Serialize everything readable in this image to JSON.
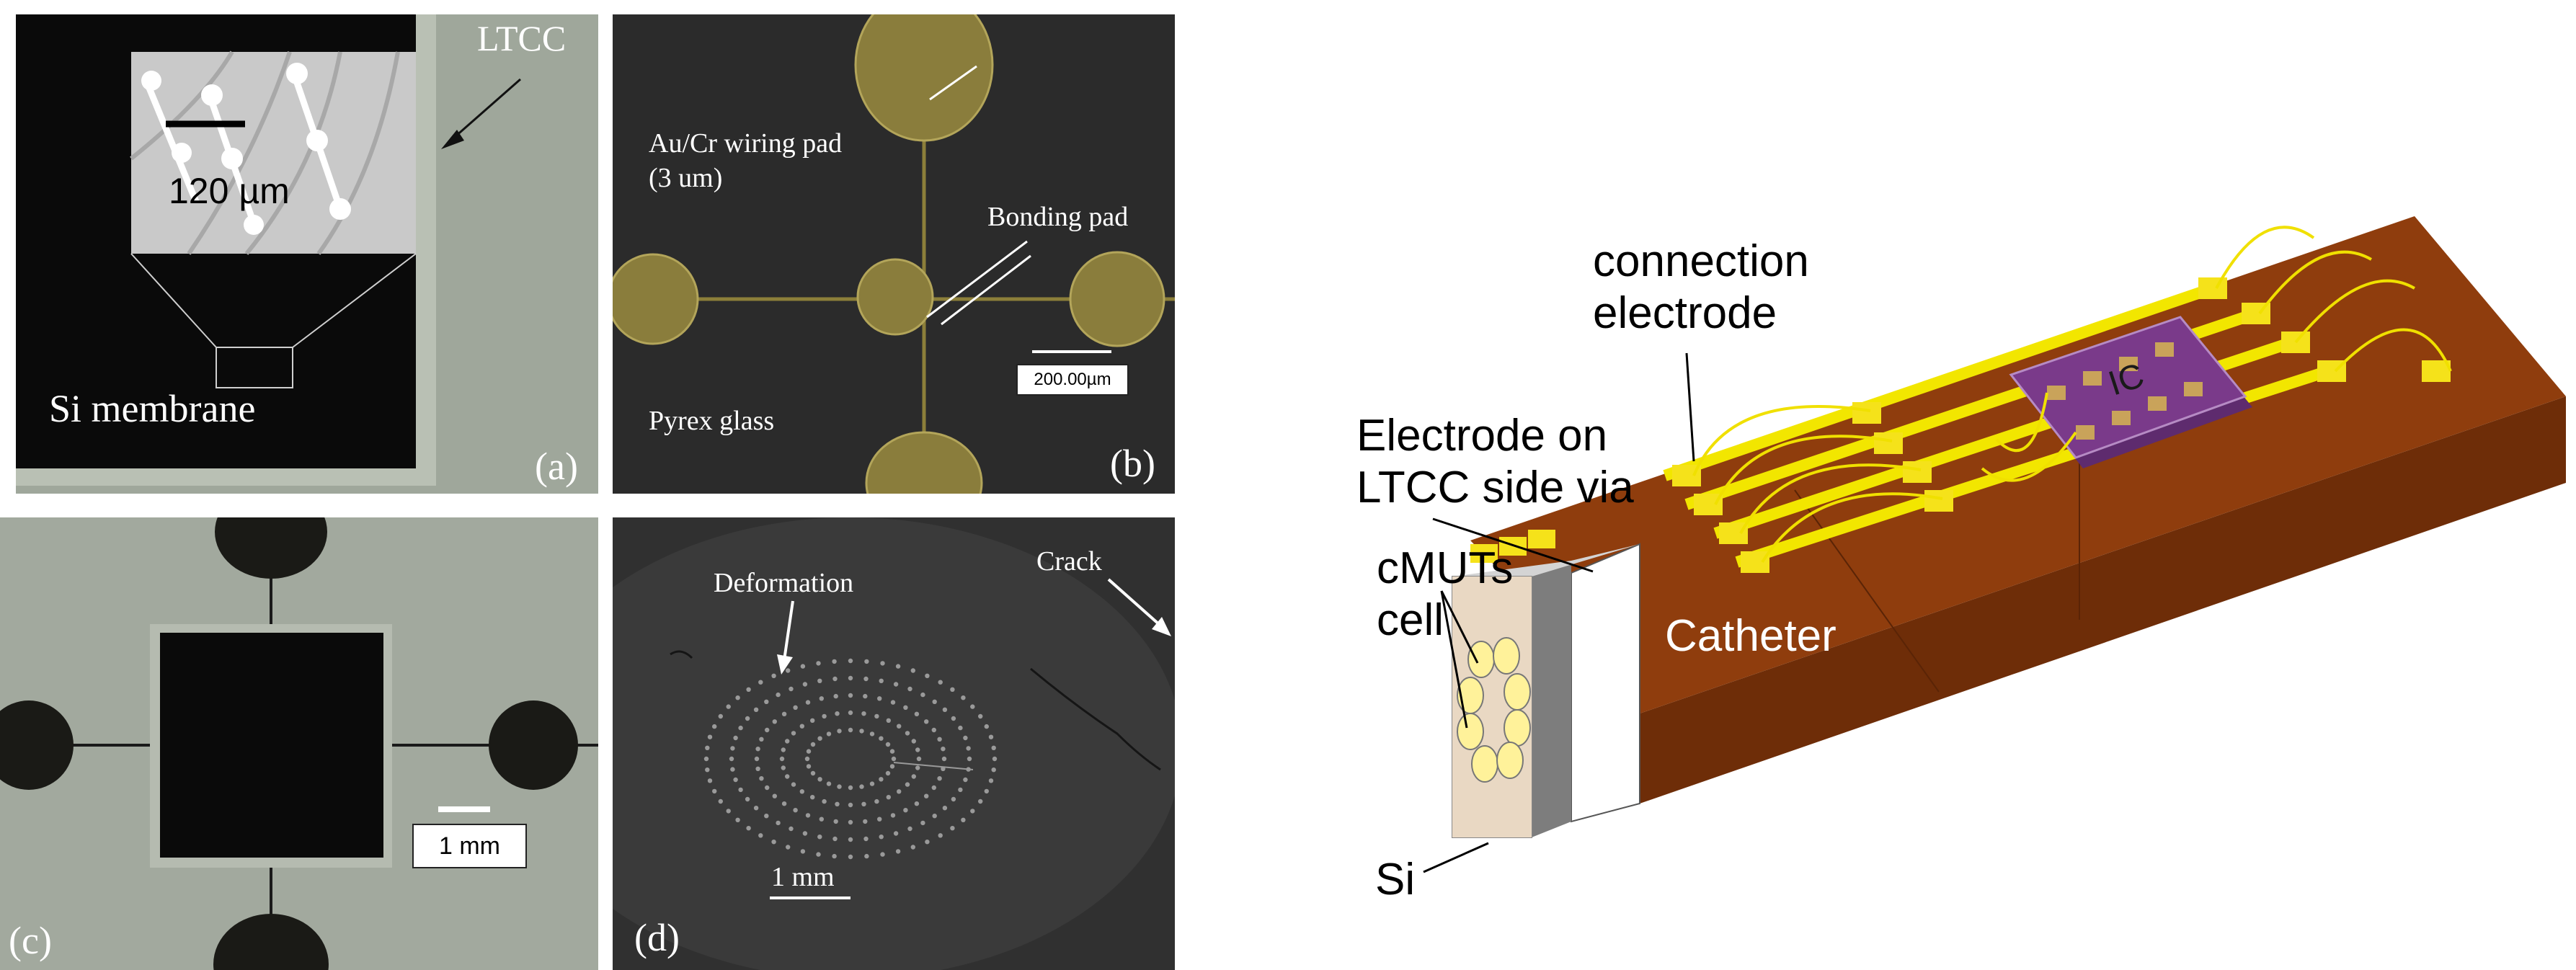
{
  "figure": {
    "panel_a": {
      "letter": "(a)",
      "ltcc_label": "LTCC",
      "scale_label": "120 µm",
      "membrane_label": "Si membrane"
    },
    "panel_b": {
      "letter": "(b)",
      "wiring_label_line1": "Au/Cr wiring pad",
      "wiring_label_line2": "(3 um)",
      "bonding_label": "Bonding  pad",
      "scale_label": "200.00µm",
      "substrate_label": "Pyrex glass"
    },
    "panel_c": {
      "letter": "(c)",
      "scale_label": "1 mm"
    },
    "panel_d": {
      "letter": "(d)",
      "deformation_label": "Deformation",
      "crack_label": "Crack",
      "scale_label": "1 mm"
    },
    "schematic": {
      "connection_line1": "connection",
      "connection_line2": "electrode",
      "via_line1": "Electrode on",
      "via_line2": "LTCC side via",
      "cell_line1": "cMUTs",
      "cell_line2": "cell",
      "catheter_label": "Catheter",
      "ic_label": "IC",
      "si_label": "Si"
    }
  },
  "colors": {
    "ltcc_gray": "#9fa79b",
    "catheter_brown": "#8b3a0c",
    "wire_yellow": "#f2e600",
    "ic_purple": "#7a3a8a",
    "membrane_black": "#0a0a0a"
  }
}
